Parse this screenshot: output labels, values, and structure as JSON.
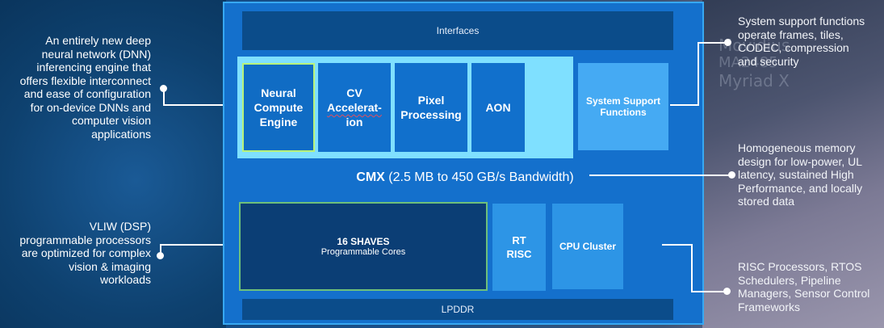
{
  "chip": {
    "interfaces_label": "Interfaces",
    "blocks": {
      "nce": [
        "Neural",
        "Compute",
        "Engine"
      ],
      "cv": [
        "CV",
        "Accelerat-",
        "ion"
      ],
      "pixel": [
        "Pixel",
        "Processing"
      ],
      "aon": "AON",
      "ssf": [
        "System Support",
        "Functions"
      ]
    },
    "cmx_bold": "CMX",
    "cmx_rest": " (2.5 MB to 450 GB/s Bandwidth)",
    "shaves_title": "16 SHAVES",
    "shaves_subtitle": "Programmable Cores",
    "rt_risc": [
      "RT",
      "RISC"
    ],
    "cpu_cluster": "CPU Cluster",
    "lpddr_label": "LPDDR"
  },
  "annotations": {
    "nce_left": [
      "An entirely new deep",
      "neural network (DNN)",
      "inferencing engine that",
      "offers flexible interconnect",
      "and ease of configuration",
      "for on-device DNNs and",
      "computer vision",
      "applications"
    ],
    "shaves_left": [
      "VLIW (DSP)",
      "programmable processors",
      "are optimized for complex",
      "vision & imaging",
      "workloads"
    ],
    "ssf_right": [
      "System support functions",
      "operate frames, tiles,",
      "CODEC, compression",
      "and security"
    ],
    "cmx_right": [
      "Homogeneous memory",
      "design for low-power, UL",
      "latency, sustained High",
      "Performance, and locally",
      "stored data"
    ],
    "cpu_right": [
      "RISC Processors, RTOS",
      "Schedulers, Pipeline",
      "Managers, Sensor Control",
      "Frameworks"
    ]
  },
  "background": {
    "chip_marking": [
      "Movidius",
      "MA2485",
      "Myriad X"
    ]
  }
}
